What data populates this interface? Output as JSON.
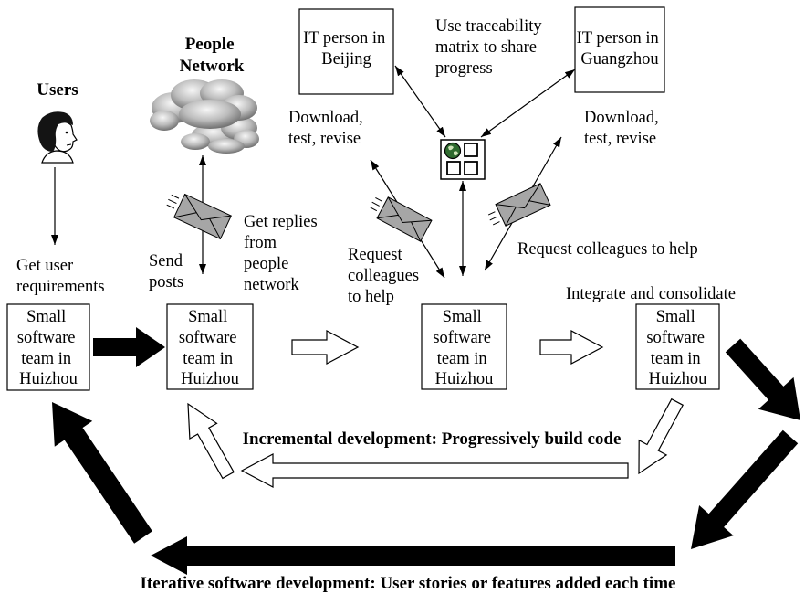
{
  "users": {
    "label": "Users"
  },
  "people_network": {
    "lines": [
      "People",
      "Network"
    ]
  },
  "labels": {
    "get_user_requirements": [
      "Get user",
      "requirements"
    ],
    "send_posts": [
      "Send",
      "posts"
    ],
    "get_replies": [
      "Get replies",
      "from",
      "people",
      "network"
    ],
    "traceability": [
      "Use traceability",
      "matrix to share",
      "progress"
    ],
    "download_beijing": [
      "Download,",
      "test, revise"
    ],
    "download_guangzhou": [
      "Download,",
      "test, revise"
    ],
    "request_left": [
      "Request",
      "colleagues",
      "to help"
    ],
    "request_right": "Request colleagues to help",
    "integrate": "Integrate and consolidate"
  },
  "it_persons": [
    {
      "lines": [
        "IT person in",
        "Beijing"
      ]
    },
    {
      "lines": [
        "IT person in",
        "Guangzhou"
      ]
    }
  ],
  "teams": [
    {
      "lines": [
        "Small",
        "software",
        "team in",
        "Huizhou"
      ]
    },
    {
      "lines": [
        "Small",
        "software",
        "team in",
        "Huizhou"
      ]
    },
    {
      "lines": [
        "Small",
        "software",
        "team in",
        "Huizhou"
      ]
    },
    {
      "lines": [
        "Small",
        "software",
        "team in",
        "Huizhou"
      ]
    }
  ],
  "cycles": {
    "incremental": "Incremental development: Progressively build code",
    "iterative": "Iterative software development: User stories or features added each time"
  },
  "icons": {
    "user": "user-face-icon",
    "cloud": "cloud-icon",
    "envelope": "envelope-icon",
    "matrix": "traceability-matrix-icon",
    "globe": "globe-icon"
  },
  "colors": {
    "solid_arrow": "#000000",
    "hollow_arrow": "#ffffff",
    "envelope": "#a6a6a6",
    "globe": "#2f6b2f"
  }
}
